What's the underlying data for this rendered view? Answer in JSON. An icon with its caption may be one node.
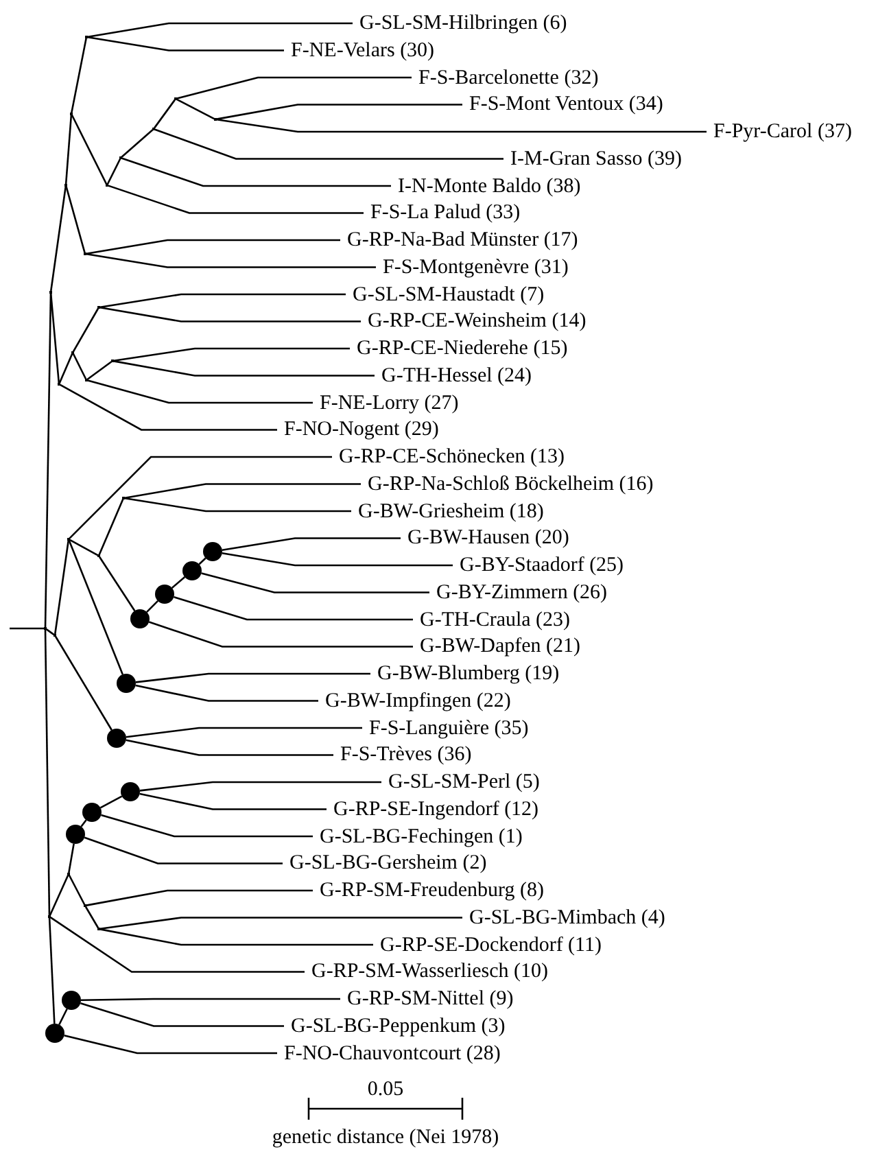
{
  "diagram": {
    "nodes": [
      {
        "text": [
          "G-SL-SM-Hilbringen (6)"
        ]
      },
      {
        "text": [
          "F-NE-Velars (30)"
        ]
      },
      {
        "text": [
          "F-S-Barcelonette (32)"
        ]
      },
      {
        "text": [
          "F-S-Mont Ventoux (34)"
        ]
      },
      {
        "text": [
          "F-Pyr-Carol (37)"
        ]
      },
      {
        "text": [
          "I-M-Gran Sasso (39)"
        ]
      },
      {
        "text": [
          "I-N-Monte Baldo (38)"
        ]
      },
      {
        "text": [
          "F-S-La Palud (33)"
        ]
      },
      {
        "text": [
          "G-RP-Na-Bad Münster (17)"
        ]
      },
      {
        "text": [
          "F-S-Montgenèvre (31)"
        ]
      },
      {
        "text": [
          "G-SL-SM-Haustadt (7)"
        ]
      },
      {
        "text": [
          "G-RP-CE-Weinsheim (14)"
        ]
      },
      {
        "text": [
          "G-RP-CE-Niederehe (15)"
        ]
      },
      {
        "text": [
          "G-TH-Hessel (24)"
        ]
      },
      {
        "text": [
          "F-NE-Lorry (27)"
        ]
      },
      {
        "text": [
          "F-NO-Nogent (29)"
        ]
      },
      {
        "text": [
          "G-RP-CE-Schönecken (13)"
        ]
      },
      {
        "text": [
          "G-RP-Na-Schloß Böckelheim (16)"
        ]
      },
      {
        "text": [
          "G-BW-Griesheim (18)"
        ]
      },
      {
        "text": [
          "G-BW-Hausen (20)"
        ]
      },
      {
        "text": [
          "G-BY-Staadorf (25)"
        ]
      },
      {
        "text": [
          "G-BY-Zimmern (26)"
        ]
      },
      {
        "text": [
          "G-TH-Craula (23)"
        ]
      },
      {
        "text": [
          "G-BW-Dapfen (21)"
        ]
      },
      {
        "text": [
          "G-BW-Blumberg (19)"
        ]
      },
      {
        "text": [
          "G-BW-Impfingen (22)"
        ]
      },
      {
        "text": [
          "F-S-Languière (35)"
        ]
      },
      {
        "text": [
          "F-S-Trèves (36)"
        ]
      },
      {
        "text": [
          "G-SL-SM-Perl (5)"
        ]
      },
      {
        "text": [
          "G-RP-SE-Ingendorf (12)"
        ]
      },
      {
        "text": [
          "G-SL-BG-Fechingen (1)"
        ]
      },
      {
        "text": [
          "G-SL-BG-Gersheim (2)"
        ]
      },
      {
        "text": [
          "G-RP-SM-Freudenburg (8)"
        ]
      },
      {
        "text": [
          "G-SL-BG-Mimbach (4)"
        ]
      },
      {
        "text": [
          "G-RP-SE-Dockendorf (11)"
        ]
      },
      {
        "text": [
          "G-RP-SM-Wasserliesch (10)"
        ]
      },
      {
        "text": [
          "G-RP-SM-Nittel (9)"
        ]
      },
      {
        "text": [
          "G-SL-BG-Peppenkum (3)"
        ]
      },
      {
        "text": [
          "F-NO-Chauvontcourt (28)"
        ]
      },
      {
        "text": [],
        "shape": "point"
      },
      {
        "text": [],
        "shape": "point"
      },
      {
        "text": [],
        "shape": "point"
      },
      {
        "text": [],
        "shape": "point"
      },
      {
        "text": [],
        "shape": "point"
      },
      {
        "text": [],
        "shape": "point"
      },
      {
        "text": [],
        "shape": "point"
      },
      {
        "text": [],
        "shape": "point"
      },
      {
        "text": [],
        "shape": "point"
      },
      {
        "text": [],
        "shape": "point"
      },
      {
        "text": [],
        "shape": "point"
      },
      {
        "text": [],
        "shape": "point"
      },
      {
        "text": [],
        "shape": "point"
      },
      {
        "text": [],
        "shape": "point"
      },
      {
        "text": [],
        "shape": "point"
      },
      {
        "text": [],
        "shape": "point"
      },
      {
        "text": [],
        "shape": "circle"
      },
      {
        "text": [],
        "shape": "circle"
      },
      {
        "text": [],
        "shape": "circle"
      },
      {
        "text": [],
        "shape": "circle"
      },
      {
        "text": [],
        "shape": "point"
      },
      {
        "text": [],
        "shape": "circle"
      },
      {
        "text": [],
        "shape": "point"
      },
      {
        "text": [],
        "shape": "circle"
      },
      {
        "text": [],
        "shape": "point"
      },
      {
        "text": [],
        "shape": "circle"
      },
      {
        "text": [],
        "shape": "circle"
      },
      {
        "text": [],
        "shape": "circle"
      },
      {
        "text": [],
        "shape": "point"
      },
      {
        "text": [],
        "shape": "point"
      },
      {
        "text": [],
        "shape": "point"
      },
      {
        "text": [],
        "shape": "point"
      },
      {
        "text": [],
        "shape": "circle"
      },
      {
        "text": [],
        "shape": "circle"
      },
      {
        "text": [],
        "shape": "point"
      }
    ],
    "edges": [
      {
        "from": 39,
        "to": 0,
        "arrow": "none"
      },
      {
        "from": 39,
        "to": 1,
        "arrow": "none"
      },
      {
        "from": 40,
        "to": 3,
        "arrow": "none"
      },
      {
        "from": 40,
        "to": 4,
        "arrow": "none"
      },
      {
        "from": 41,
        "to": 2,
        "arrow": "none"
      },
      {
        "from": 41,
        "to": 40,
        "arrow": "none"
      },
      {
        "from": 42,
        "to": 41,
        "arrow": "none"
      },
      {
        "from": 42,
        "to": 5,
        "arrow": "none"
      },
      {
        "from": 43,
        "to": 42,
        "arrow": "none"
      },
      {
        "from": 43,
        "to": 6,
        "arrow": "none"
      },
      {
        "from": 44,
        "to": 43,
        "arrow": "none"
      },
      {
        "from": 44,
        "to": 7,
        "arrow": "none"
      },
      {
        "from": 45,
        "to": 39,
        "arrow": "none"
      },
      {
        "from": 45,
        "to": 44,
        "arrow": "none"
      },
      {
        "from": 46,
        "to": 8,
        "arrow": "none"
      },
      {
        "from": 46,
        "to": 9,
        "arrow": "none"
      },
      {
        "from": 47,
        "to": 45,
        "arrow": "none"
      },
      {
        "from": 47,
        "to": 46,
        "arrow": "none"
      },
      {
        "from": 48,
        "to": 10,
        "arrow": "none"
      },
      {
        "from": 48,
        "to": 11,
        "arrow": "none"
      },
      {
        "from": 49,
        "to": 12,
        "arrow": "none"
      },
      {
        "from": 49,
        "to": 13,
        "arrow": "none"
      },
      {
        "from": 50,
        "to": 49,
        "arrow": "none"
      },
      {
        "from": 50,
        "to": 14,
        "arrow": "none"
      },
      {
        "from": 51,
        "to": 48,
        "arrow": "none"
      },
      {
        "from": 51,
        "to": 50,
        "arrow": "none"
      },
      {
        "from": 52,
        "to": 51,
        "arrow": "none"
      },
      {
        "from": 52,
        "to": 15,
        "arrow": "none"
      },
      {
        "from": 53,
        "to": 47,
        "arrow": "none"
      },
      {
        "from": 53,
        "to": 52,
        "arrow": "none"
      },
      {
        "from": 54,
        "to": 17,
        "arrow": "none"
      },
      {
        "from": 54,
        "to": 18,
        "arrow": "none"
      },
      {
        "from": 55,
        "to": 19,
        "arrow": "none"
      },
      {
        "from": 55,
        "to": 20,
        "arrow": "none"
      },
      {
        "from": 56,
        "to": 55,
        "arrow": "none"
      },
      {
        "from": 56,
        "to": 21,
        "arrow": "none"
      },
      {
        "from": 57,
        "to": 56,
        "arrow": "none"
      },
      {
        "from": 57,
        "to": 22,
        "arrow": "none"
      },
      {
        "from": 58,
        "to": 57,
        "arrow": "none"
      },
      {
        "from": 58,
        "to": 23,
        "arrow": "none"
      },
      {
        "from": 59,
        "to": 54,
        "arrow": "none"
      },
      {
        "from": 59,
        "to": 58,
        "arrow": "none"
      },
      {
        "from": 60,
        "to": 24,
        "arrow": "none"
      },
      {
        "from": 60,
        "to": 25,
        "arrow": "none"
      },
      {
        "from": 61,
        "to": 16,
        "arrow": "none"
      },
      {
        "from": 61,
        "to": 59,
        "arrow": "none"
      },
      {
        "from": 61,
        "to": 60,
        "arrow": "none"
      },
      {
        "from": 62,
        "to": 26,
        "arrow": "none"
      },
      {
        "from": 62,
        "to": 27,
        "arrow": "none"
      },
      {
        "from": 63,
        "to": 61,
        "arrow": "none"
      },
      {
        "from": 63,
        "to": 62,
        "arrow": "none"
      },
      {
        "from": 64,
        "to": 28,
        "arrow": "none"
      },
      {
        "from": 64,
        "to": 29,
        "arrow": "none"
      },
      {
        "from": 65,
        "to": 64,
        "arrow": "none"
      },
      {
        "from": 65,
        "to": 30,
        "arrow": "none"
      },
      {
        "from": 66,
        "to": 65,
        "arrow": "none"
      },
      {
        "from": 66,
        "to": 31,
        "arrow": "none"
      },
      {
        "from": 67,
        "to": 33,
        "arrow": "none"
      },
      {
        "from": 67,
        "to": 34,
        "arrow": "none"
      },
      {
        "from": 68,
        "to": 32,
        "arrow": "none"
      },
      {
        "from": 68,
        "to": 67,
        "arrow": "none"
      },
      {
        "from": 69,
        "to": 66,
        "arrow": "none"
      },
      {
        "from": 69,
        "to": 68,
        "arrow": "none"
      },
      {
        "from": 70,
        "to": 69,
        "arrow": "none"
      },
      {
        "from": 70,
        "to": 35,
        "arrow": "none"
      },
      {
        "from": 70,
        "to": 72,
        "arrow": "none"
      },
      {
        "from": 71,
        "to": 36,
        "arrow": "none"
      },
      {
        "from": 71,
        "to": 37,
        "arrow": "none"
      },
      {
        "from": 72,
        "to": 71,
        "arrow": "none"
      },
      {
        "from": 72,
        "to": 38,
        "arrow": "none"
      },
      {
        "from": 73,
        "to": 53,
        "arrow": "none"
      },
      {
        "from": 73,
        "to": 63,
        "arrow": "none"
      },
      {
        "from": 73,
        "to": 70,
        "arrow": "none"
      },
      {
        "from": null,
        "to": 73,
        "arrow": "none"
      }
    ],
    "labels": [
      "0.05",
      "genetic distance (Nei 1978)"
    ]
  }
}
